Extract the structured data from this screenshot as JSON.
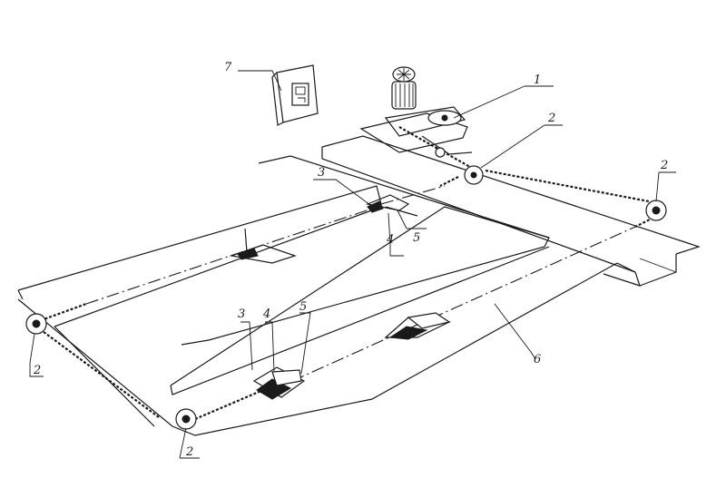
{
  "labels": {
    "l1": "1",
    "l2_pulley_top": "2",
    "l2_pulley_right": "2",
    "l2_pulley_left": "2",
    "l2_pulley_bottom": "2",
    "l3_upper": "3",
    "l4_upper": "4",
    "l5_upper": "5",
    "l3_lower": "3",
    "l4_lower": "4",
    "l5_lower": "5",
    "l6": "6",
    "l7": "7"
  }
}
